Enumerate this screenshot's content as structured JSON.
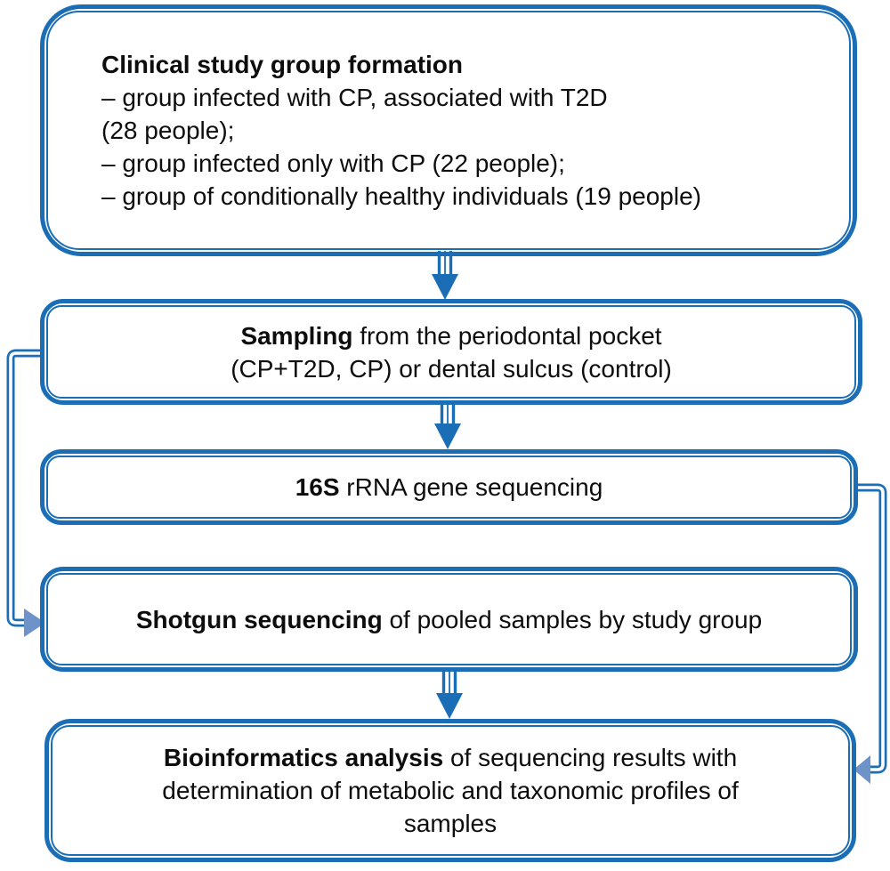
{
  "palette": {
    "line_blue": "#1b6eb5",
    "arrowhead_light_blue": "#6e93c9",
    "text_color": "#0d0d0d",
    "background": "#ffffff"
  },
  "flow": {
    "steps": [
      {
        "name": "clinical-study-group-formation",
        "bold": "Clinical study group formation",
        "items": [
          "– group infected with CP, associated with T2D",
          "(28 people);",
          "– group infected only with CP (22 people);",
          "– group of conditionally healthy individuals (19 people)"
        ]
      },
      {
        "name": "sampling",
        "bold": "Sampling",
        "rest": " from the periodontal pocket",
        "line2": "(CP+T2D, CP) or dental sulcus (control)"
      },
      {
        "name": "16s-rrna-gene-sequencing",
        "bold": "16S",
        "rest": " rRNA gene sequencing"
      },
      {
        "name": "shotgun-sequencing",
        "bold": "Shotgun sequencing",
        "rest": " of pooled samples by study group"
      },
      {
        "name": "bioinformatics-analysis",
        "bold": "Bioinformatics analysis",
        "rest": " of sequencing results with",
        "line2": "determination of metabolic and taxonomic profiles of",
        "line3": "samples"
      }
    ],
    "connections": [
      {
        "from": "clinical-study-group-formation",
        "to": "sampling",
        "type": "arrow-down"
      },
      {
        "from": "sampling",
        "to": "16s-rrna-gene-sequencing",
        "type": "arrow-down"
      },
      {
        "from": "sampling",
        "to": "shotgun-sequencing",
        "type": "elbow-left-arrow"
      },
      {
        "from": "16s-rrna-gene-sequencing",
        "to": "bioinformatics-analysis",
        "type": "elbow-right-arrow"
      },
      {
        "from": "shotgun-sequencing",
        "to": "bioinformatics-analysis",
        "type": "arrow-down"
      }
    ]
  }
}
